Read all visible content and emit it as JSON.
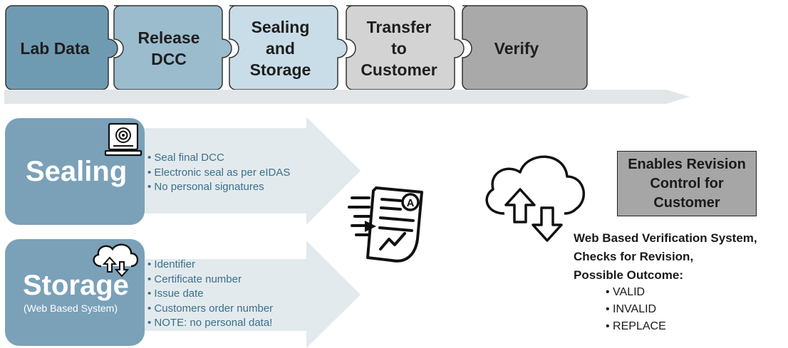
{
  "process_steps": [
    {
      "label": "Lab Data",
      "color": "#6f9bb2"
    },
    {
      "label": "Release\nDCC",
      "color": "#9bbccd"
    },
    {
      "label": "Sealing\nand\nStorage",
      "color": "#c9dde8"
    },
    {
      "label": "Transfer\nto\nCustomer",
      "color": "#d3d3d3"
    },
    {
      "label": "Verify",
      "color": "#a9a9a9"
    }
  ],
  "sealing": {
    "title": "Sealing",
    "bullets": [
      "Seal final DCC",
      "Electronic seal as per eIDAS",
      "No personal signatures"
    ],
    "icon": "laptop-seal-icon"
  },
  "storage": {
    "title": "Storage",
    "subtitle": "(Web Based System)",
    "bullets": [
      "Identifier",
      "Certificate number",
      "Issue date",
      "Customers order number",
      "NOTE: no personal data!"
    ],
    "icon": "cloud-sync-icon"
  },
  "center_icon": "certificate-document-icon",
  "verification": {
    "icon": "cloud-upload-download-icon",
    "revision_box": "Enables Revision\nControl for\nCustomer",
    "heading_lines": [
      "Web Based Verification System,",
      "Checks for Revision,",
      "Possible Outcome:"
    ],
    "outcomes": [
      "VALID",
      "INVALID",
      "REPLACE"
    ]
  },
  "colors": {
    "panel_blue": "#7aa1b8",
    "arrow_light": "#e3eaed",
    "bullet_text": "#3a6f8d",
    "revision_box": "#a6a6a6"
  }
}
